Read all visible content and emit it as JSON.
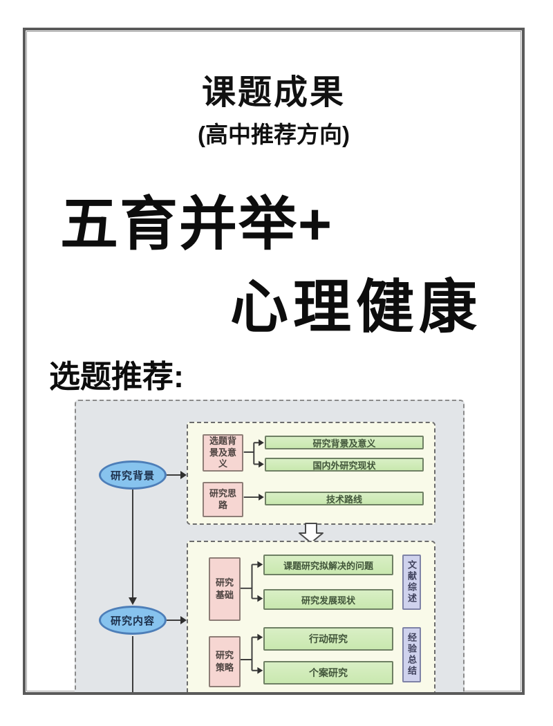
{
  "poster": {
    "title": "课题成果",
    "subtitle": "(高中推荐方向)",
    "headline": {
      "line1": "五育并举+",
      "line2": "心理健康"
    },
    "section_label": "选题推荐:"
  },
  "flowchart": {
    "oval_background": "研究背景",
    "oval_content": "研究内容",
    "stage1": {
      "topic_background_significance": "选题背\n景及意\n义",
      "research_background_significance": "研究背景及意义",
      "domestic_foreign_status": "国内外研究现状",
      "research_approach": "研究思\n路",
      "technical_route": "技术路线"
    },
    "stage2": {
      "research_foundation": "研究\n基础",
      "problems_to_solve": "课题研究拟解决的问题",
      "research_development_status": "研究发展现状",
      "literature_review": "文献综述",
      "research_strategy": "研究\n策略",
      "action_research": "行动研究",
      "case_study": "个案研究",
      "experience_summary": "经验总结"
    },
    "colors": {
      "oval_fill": "#87c3ee",
      "oval_border": "#4d7eb8",
      "pink_fill": "#f6d6d2",
      "green_fill": "#c9e8af",
      "purple_fill": "#cfd2ed",
      "outer_bg": "#e2e5e8",
      "panel_bg": "#f9fae9"
    }
  }
}
